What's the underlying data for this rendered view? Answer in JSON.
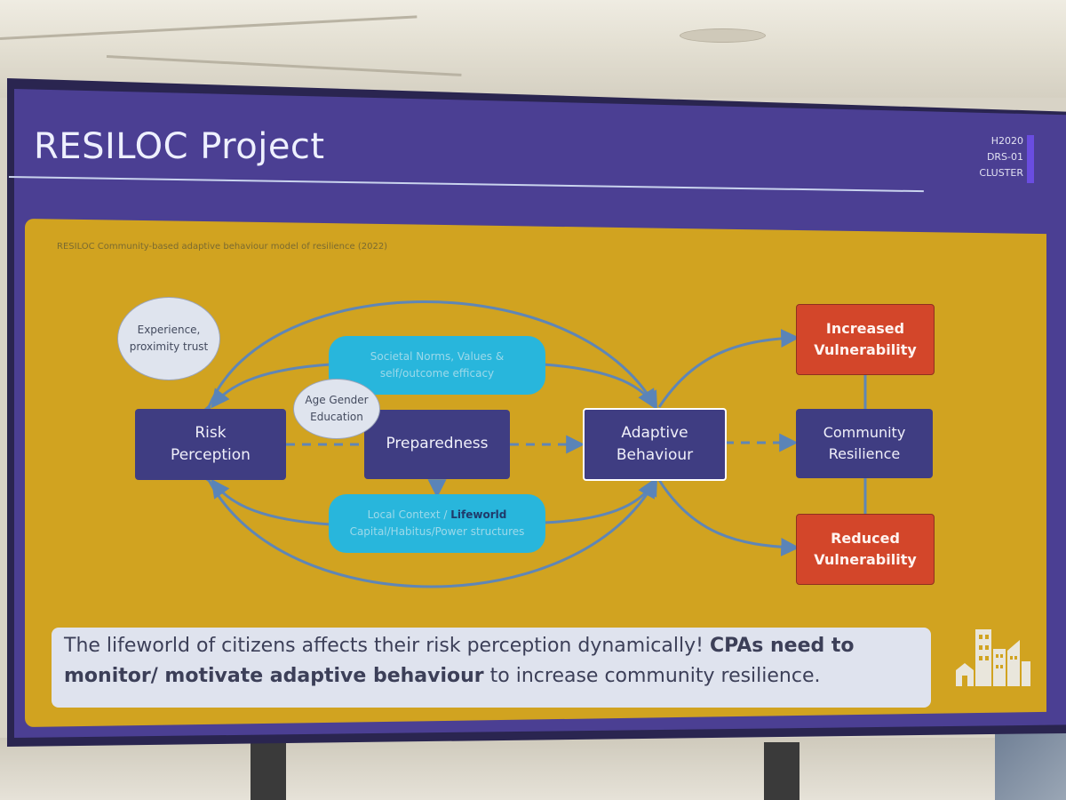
{
  "slide": {
    "title": "RESILOC Project",
    "cluster": [
      "H2020",
      "DRS-01",
      "CLUSTER"
    ],
    "caption": "RESILOC Community-based adaptive behaviour model of resilience (2022)"
  },
  "diagram": {
    "bubbles": {
      "experience": "Experience, proximity trust",
      "demographics": "Age Gender Education"
    },
    "nodes": {
      "risk_perception": "Risk Perception",
      "preparedness": "Preparedness",
      "adaptive_behaviour": "Adaptive Behaviour",
      "community_resilience": "Community Resilience",
      "increased_vulnerability": "Increased Vulnerability",
      "reduced_vulnerability": "Reduced Vulnerability"
    },
    "ovals": {
      "norms": "Societal Norms, Values & self/outcome efficacy",
      "context_a": "Local Context / ",
      "context_b": "Lifeworld",
      "context_c": " Capital/Habitus/Power structures"
    }
  },
  "message": {
    "part1": "The lifeworld of citizens affects their risk perception dynamically! ",
    "part2": "CPAs need to monitor/ motivate adaptive behaviour",
    "part3": " to increase community resilience."
  },
  "colors": {
    "slide_bg": "#4b3f93",
    "panel": "#d1a320",
    "node_dark": "#3f3d82",
    "node_red": "#d3462a",
    "oval_cyan": "#28b6dc"
  },
  "icons": [
    "city-buildings-icon"
  ]
}
